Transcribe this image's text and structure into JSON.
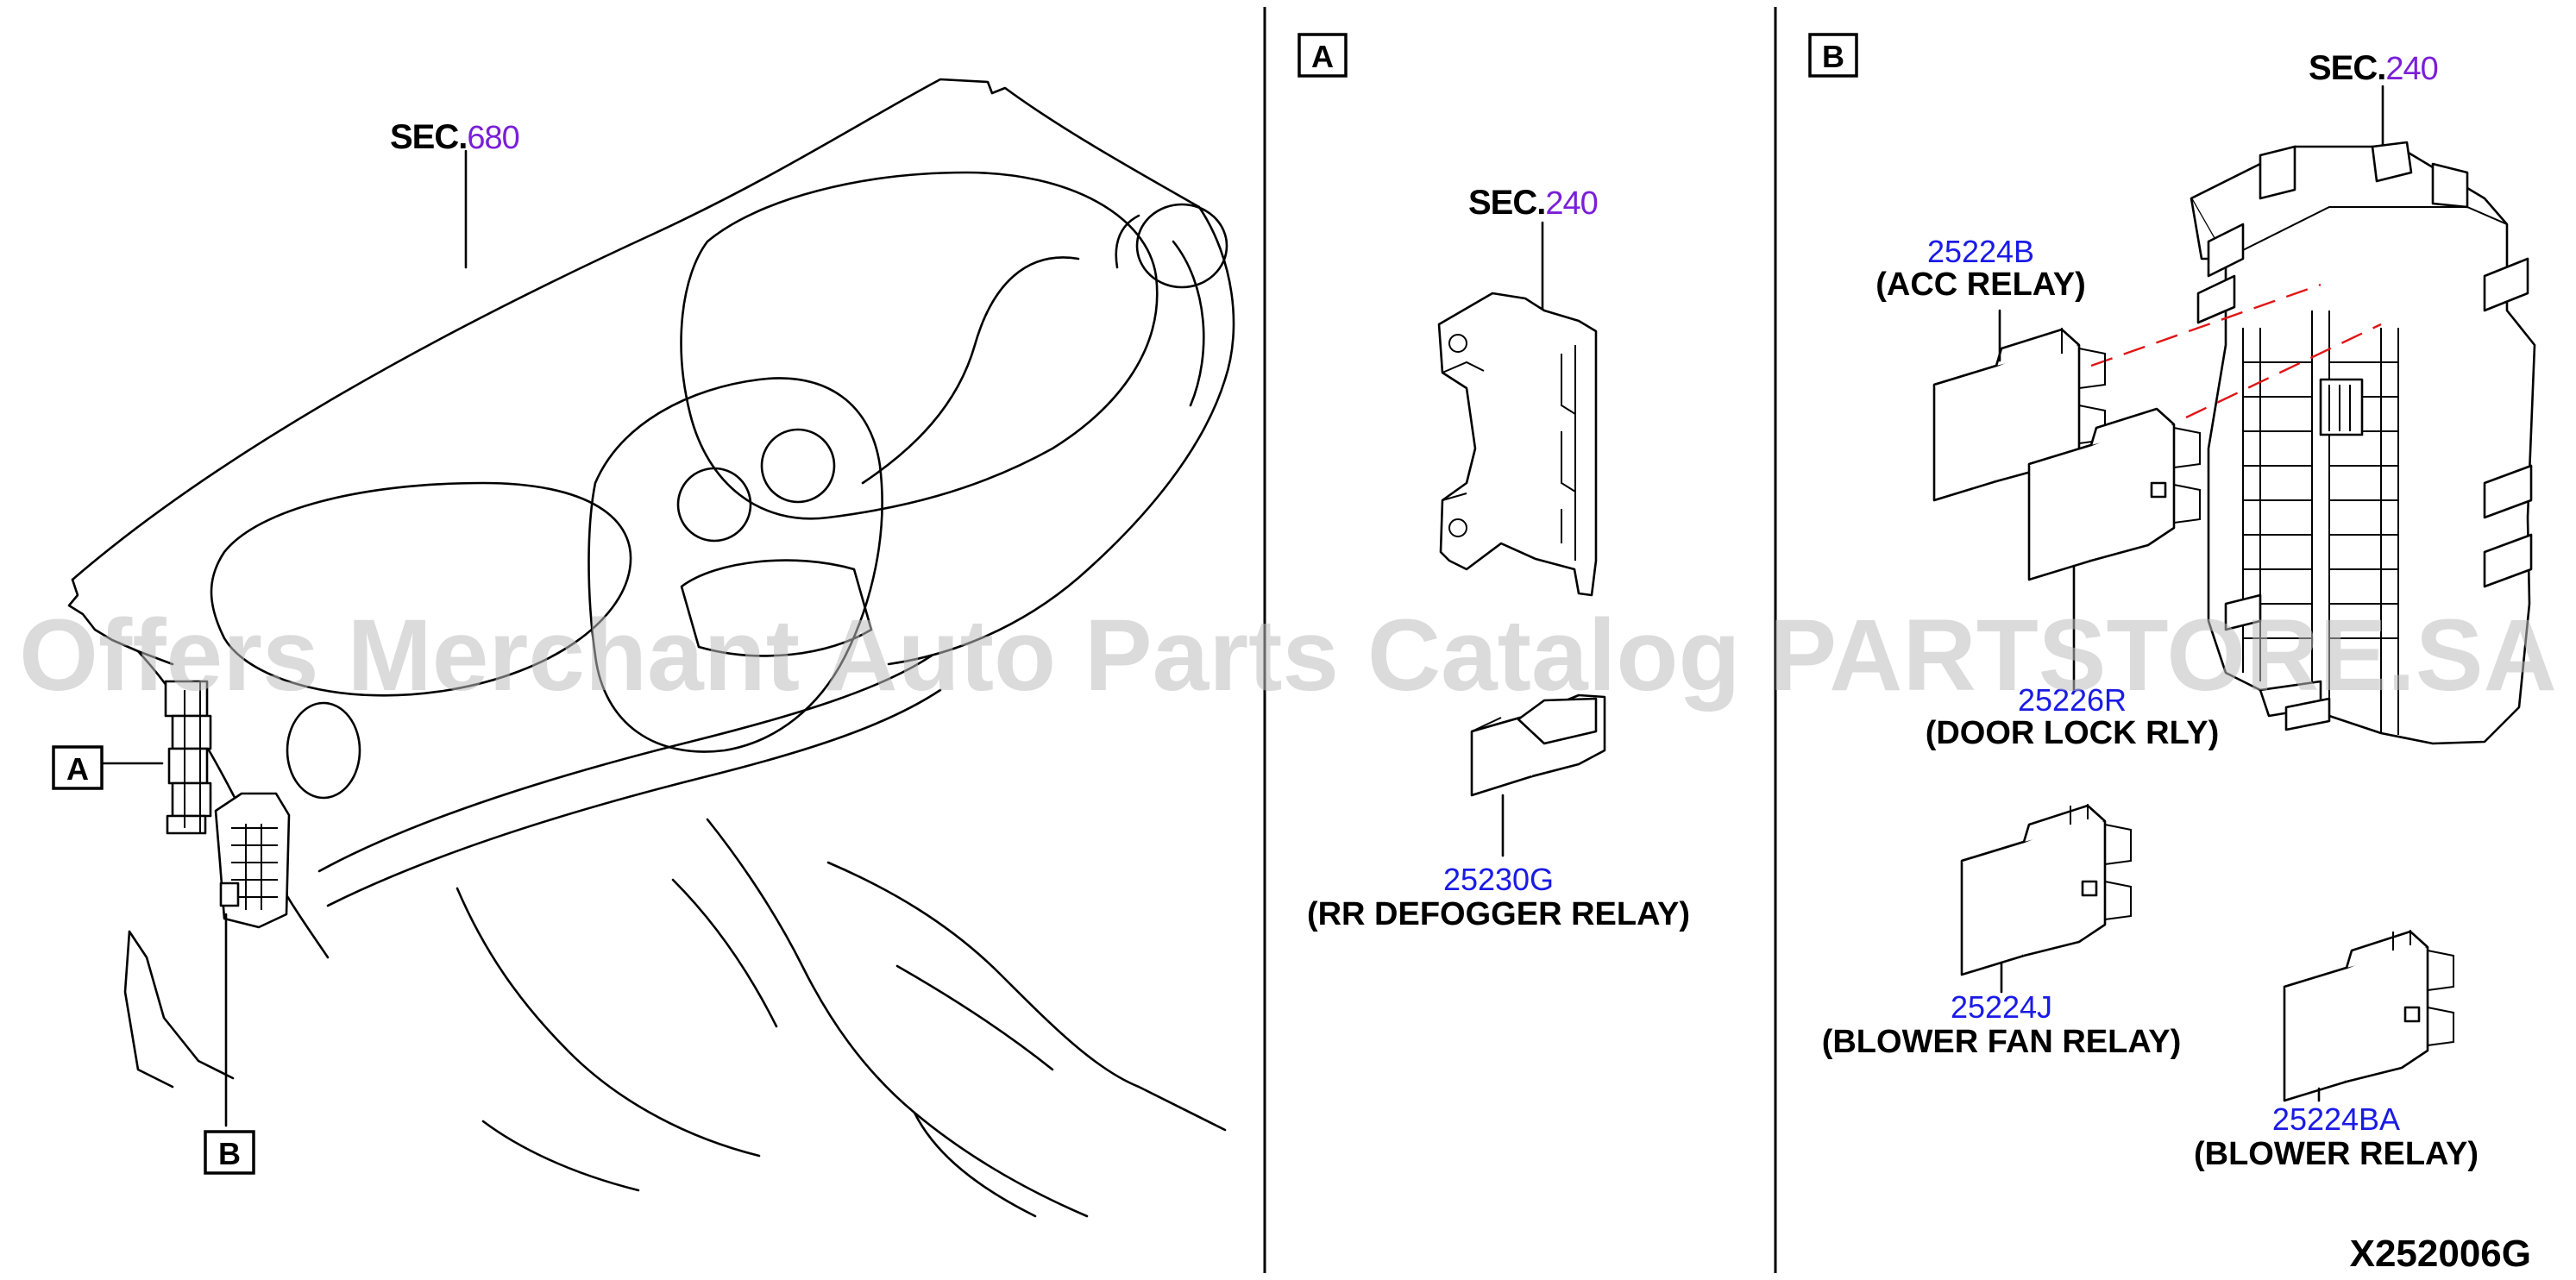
{
  "callouts": {
    "a": "A",
    "b": "B"
  },
  "drawing_code": "X252006G",
  "watermark": "Offers Merchant Auto Parts Catalog PARTSTORE.SA",
  "sections": [
    {
      "prefix": "SEC.",
      "number": "680"
    },
    {
      "prefix": "SEC.",
      "number": "240"
    },
    {
      "prefix": "SEC.",
      "number": "240"
    }
  ],
  "parts": [
    {
      "number": "25230G",
      "label": "(RR DEFOGGER RELAY)"
    },
    {
      "number": "25224B",
      "label": "(ACC RELAY)"
    },
    {
      "number": "25226R",
      "label": "(DOOR LOCK RLY)"
    },
    {
      "number": "25224J",
      "label": "(BLOWER FAN  RELAY)"
    },
    {
      "number": "25224BA",
      "label": "(BLOWER RELAY)"
    }
  ]
}
